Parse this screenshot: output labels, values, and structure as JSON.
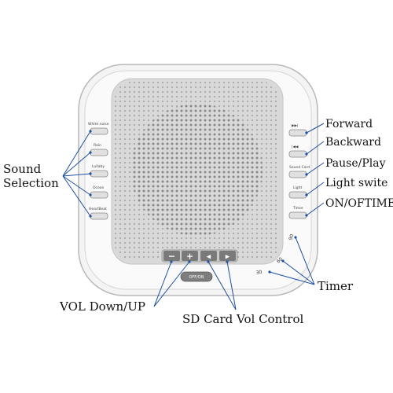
{
  "device": {
    "left_buttons": [
      "White noise",
      "Rain",
      "Lullaby",
      "Ocean",
      "HeartBeat",
      ""
    ],
    "right_buttons": [
      "",
      "",
      "Sound Card",
      "Light",
      "Timer",
      ""
    ],
    "power_label": "OFF/ON",
    "timer_marks": [
      "30",
      "60",
      "90"
    ],
    "bottom_buttons": [
      "−",
      "+",
      "◀",
      "▶"
    ]
  },
  "callouts": {
    "sound_selection": "Sound\nSelection",
    "forward": "Forward",
    "backward": "Backward",
    "pause_play": "Pause/Play",
    "light": "Light swite",
    "on_off_time": "ON/OFTIME",
    "timer": "Timer",
    "vol": "VOL Down/UP",
    "sd_card": "SD Card Vol Control"
  },
  "colors": {
    "device_body": "#f2f2f2",
    "grille": "#dcdcdc",
    "leader_line": "#1f4fa0"
  }
}
